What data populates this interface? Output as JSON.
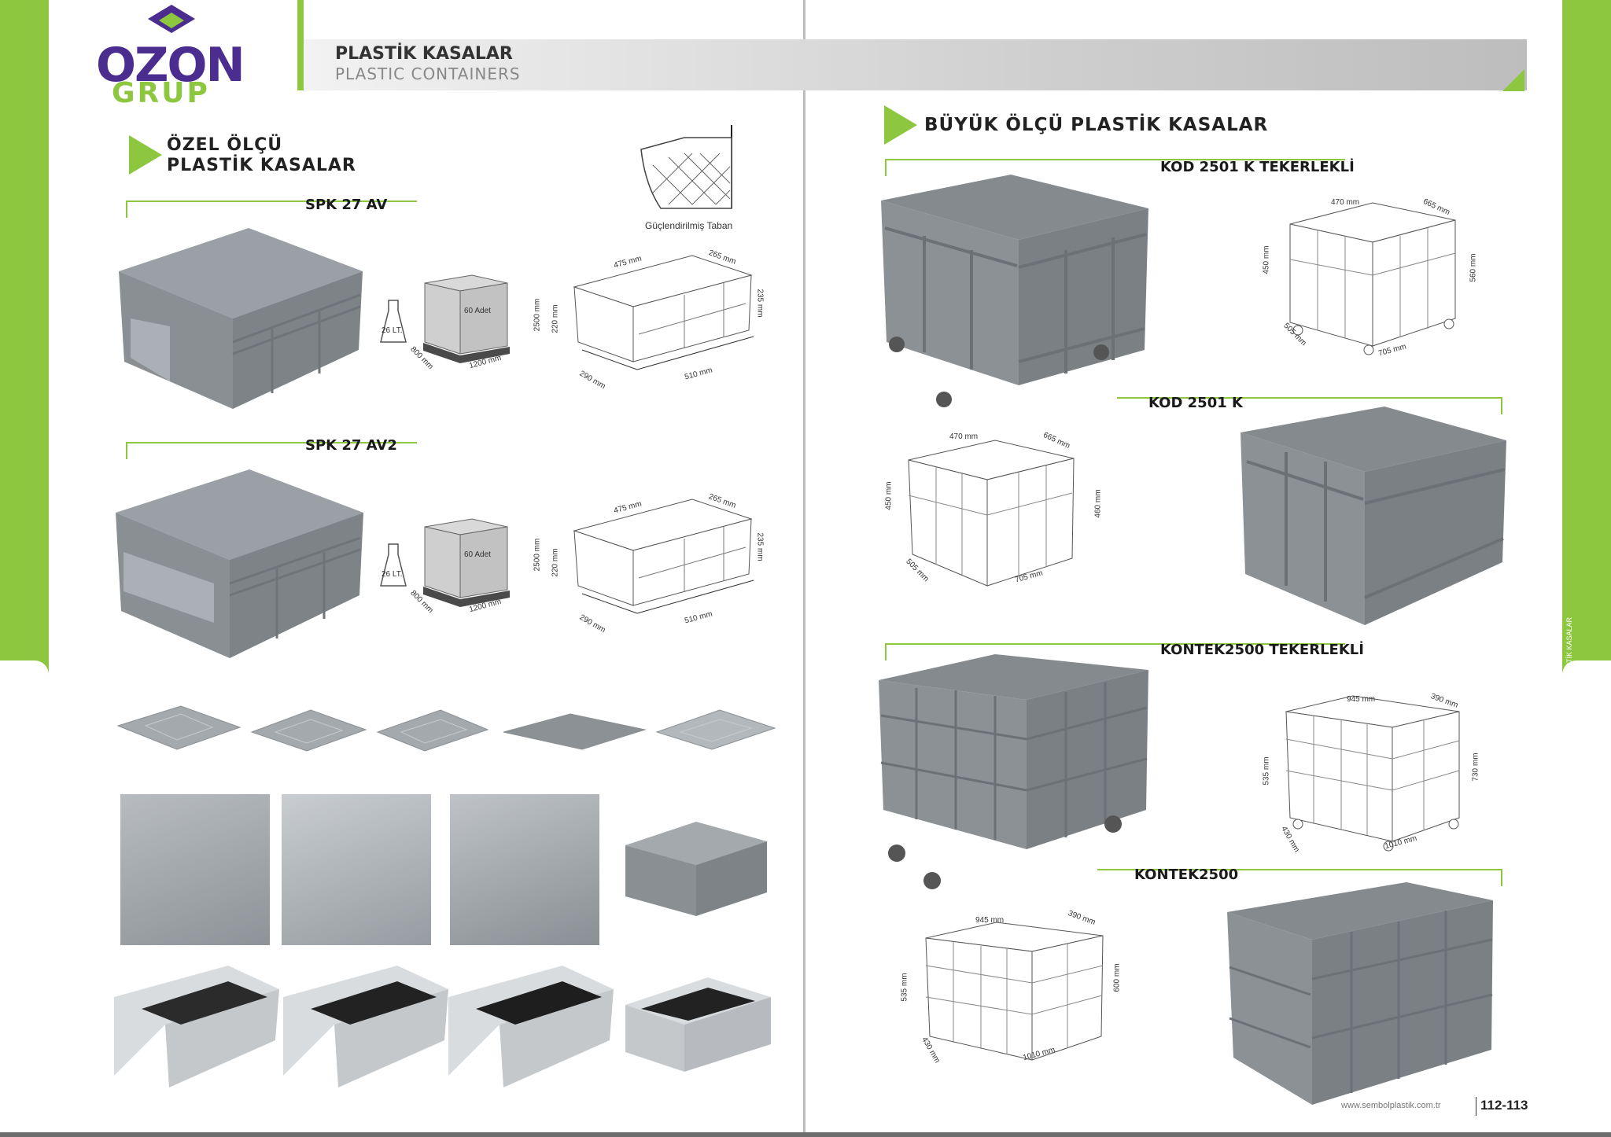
{
  "brand": {
    "name_top": "OZON",
    "name_bottom": "GRUP"
  },
  "header": {
    "title_tr": "PLASTİK KASALAR",
    "title_en": "PLASTIC CONTAINERS"
  },
  "left": {
    "section_line1": "ÖZEL ÖLÇÜ",
    "section_line2": "PLASTİK KASALAR",
    "reinforced_base": "Güçlendirilmiş Taban",
    "products": [
      {
        "code": "SPK 27 AV",
        "volume": "26 LT.",
        "pallet_count": "60 Adet",
        "pallet_h": "2500 mm",
        "pallet_w": "1200 mm",
        "pallet_d": "800 mm",
        "d_top_len": "475 mm",
        "d_top_w": "265 mm",
        "d_h_left": "220 mm",
        "d_h_right": "235 mm",
        "d_len": "510 mm",
        "d_w": "290 mm"
      },
      {
        "code": "SPK 27 AV2",
        "volume": "26 LT.",
        "pallet_count": "60 Adet",
        "pallet_h": "2500 mm",
        "pallet_w": "1200 mm",
        "pallet_d": "800 mm",
        "d_top_len": "475 mm",
        "d_top_w": "265 mm",
        "d_h_left": "220 mm",
        "d_h_right": "235 mm",
        "d_len": "510 mm",
        "d_w": "290 mm"
      }
    ]
  },
  "right": {
    "section_title": "BÜYÜK ÖLÇÜ PLASTİK KASALAR",
    "products": [
      {
        "code": "KOD 2501 K TEKERLEKLİ",
        "d_top_len": "470 mm",
        "d_top_w": "665 mm",
        "d_h_in": "450 mm",
        "d_h_out": "560 mm",
        "d_len": "705 mm",
        "d_w": "505 mm"
      },
      {
        "code": "KOD 2501 K",
        "d_top_len": "470 mm",
        "d_top_w": "665 mm",
        "d_h_in": "450 mm",
        "d_h_out": "460 mm",
        "d_len": "705 mm",
        "d_w": "505 mm"
      },
      {
        "code": "KONTEK2500 TEKERLEKLİ",
        "d_top_len": "945 mm",
        "d_top_w": "390 mm",
        "d_h_in": "535 mm",
        "d_h_out": "730 mm",
        "d_len": "1010 mm",
        "d_w": "430 mm"
      },
      {
        "code": "KONTEK2500",
        "d_top_len": "945 mm",
        "d_top_w": "390 mm",
        "d_h_in": "535 mm",
        "d_h_out": "600 mm",
        "d_len": "1010 mm",
        "d_w": "430 mm"
      }
    ],
    "side_tab": "PLASTİK KASALAR"
  },
  "footer": {
    "url": "www.sembolplastik.com.tr",
    "pages": "112-113"
  },
  "colors": {
    "accent": "#8dc63f",
    "brand_purple": "#4b2c8f",
    "crate_gray": "#8c9196"
  }
}
